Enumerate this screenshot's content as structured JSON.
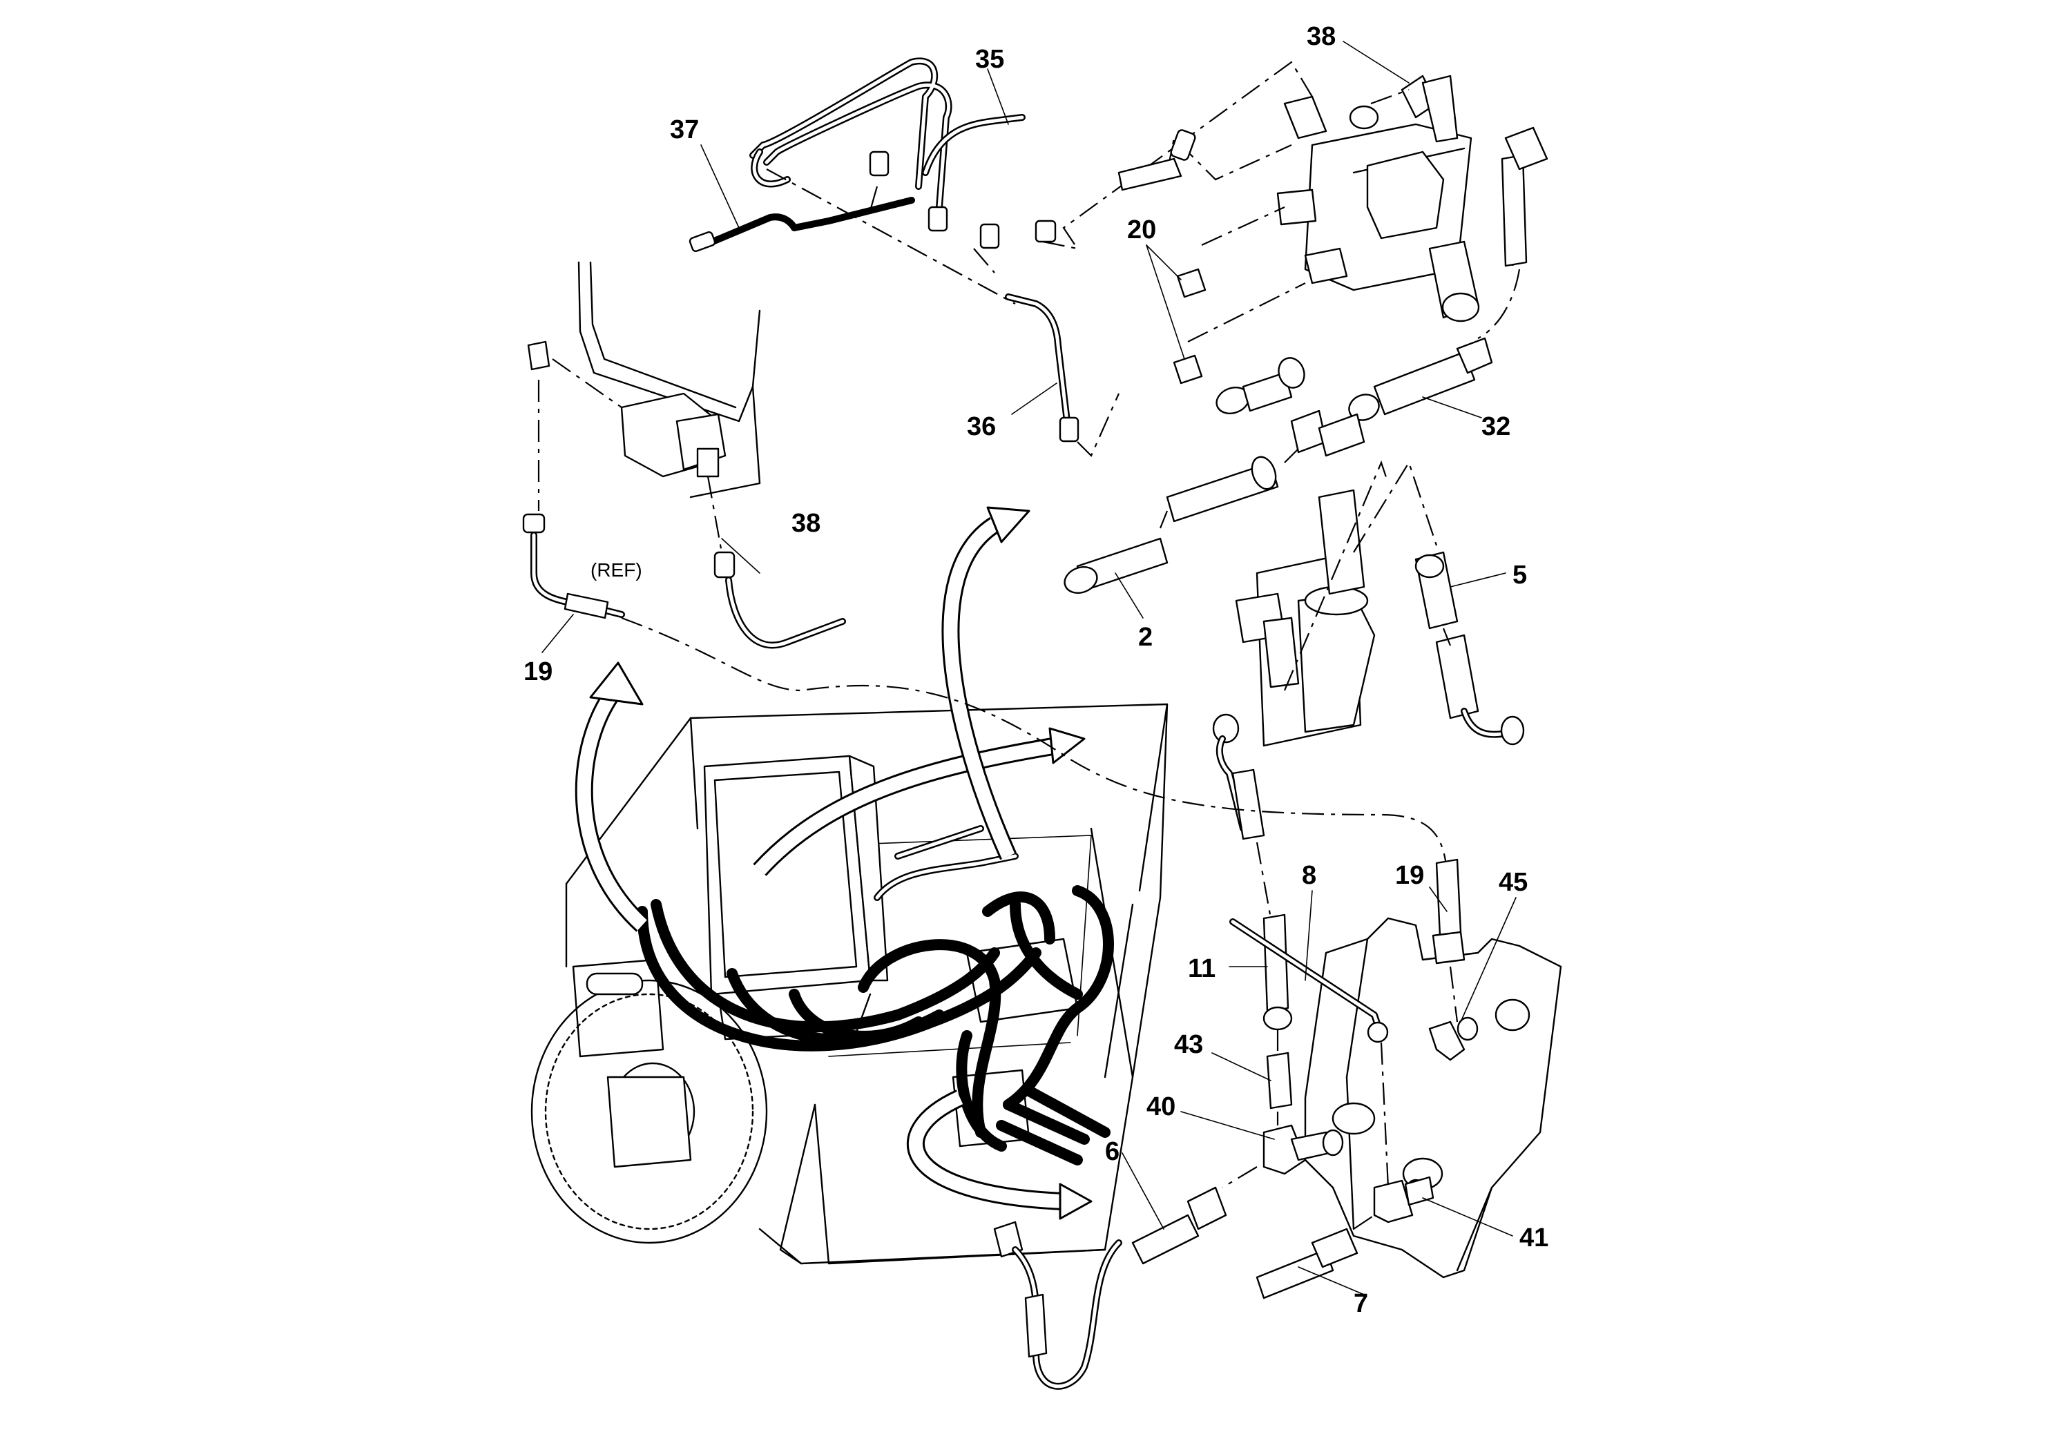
{
  "reference_text": "(REF)",
  "callouts": [
    "38",
    "35",
    "37",
    "20",
    "36",
    "32",
    "38",
    "5",
    "2",
    "19",
    "8",
    "19",
    "45",
    "11",
    "43",
    "40",
    "6",
    "41",
    "7"
  ]
}
